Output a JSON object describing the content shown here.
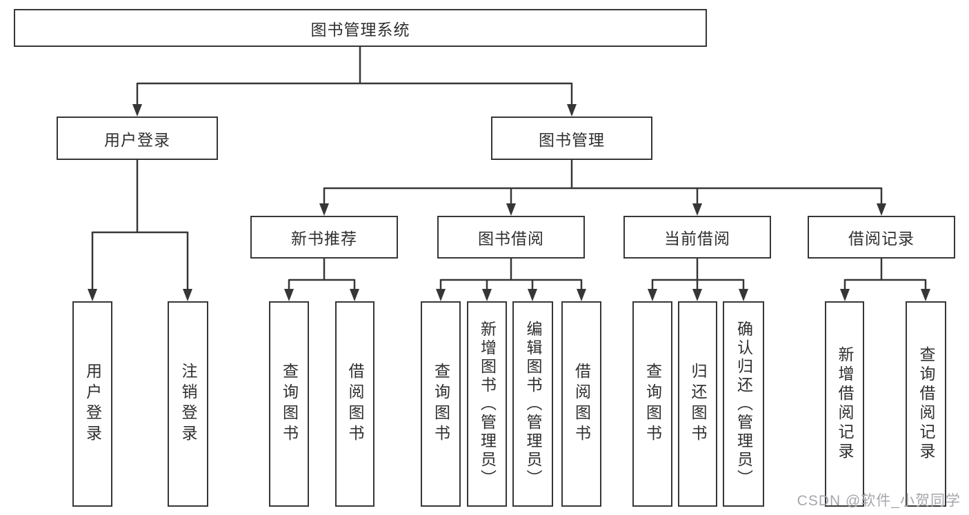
{
  "diagram": {
    "root": {
      "label": "图书管理系统"
    },
    "branches": [
      {
        "label": "用户登录",
        "children": [
          {
            "label": "用户登录"
          },
          {
            "label": "注销登录"
          }
        ]
      },
      {
        "label": "图书管理",
        "children": [
          {
            "label": "新书推荐",
            "children": [
              {
                "label": "查询图书"
              },
              {
                "label": "借阅图书"
              }
            ]
          },
          {
            "label": "图书借阅",
            "children": [
              {
                "label": "查询图书"
              },
              {
                "label": "新增图书（管理员）"
              },
              {
                "label": "编辑图书（管理员）"
              },
              {
                "label": "借阅图书"
              }
            ]
          },
          {
            "label": "当前借阅",
            "children": [
              {
                "label": "查询图书"
              },
              {
                "label": "归还图书"
              },
              {
                "label": "确认归还（管理员）"
              }
            ]
          },
          {
            "label": "借阅记录",
            "children": [
              {
                "label": "新增借阅记录"
              },
              {
                "label": "查询借阅记录"
              }
            ]
          }
        ]
      }
    ]
  },
  "watermark": {
    "text": "CSDN @软件_小贺同学"
  },
  "colors": {
    "line": "#363636",
    "box_fill": "#ffffff",
    "text": "#2f2f2f",
    "watermark": "#a6a6ac"
  }
}
